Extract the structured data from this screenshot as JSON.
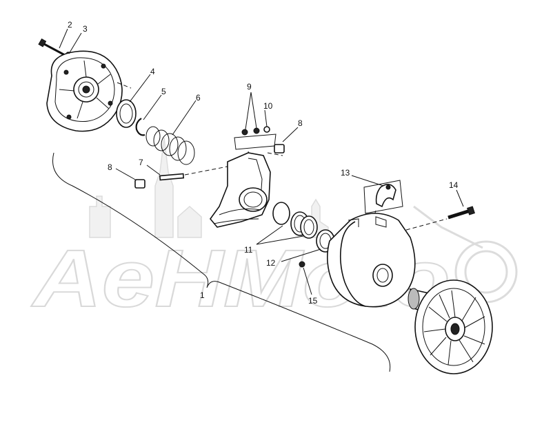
{
  "watermark": {
    "text": "AeHMoto"
  },
  "callouts": [
    {
      "id": "c1",
      "label": "1"
    },
    {
      "id": "c2",
      "label": "2"
    },
    {
      "id": "c3",
      "label": "3"
    },
    {
      "id": "c4",
      "label": "4"
    },
    {
      "id": "c5",
      "label": "5"
    },
    {
      "id": "c6",
      "label": "6"
    },
    {
      "id": "c7",
      "label": "7"
    },
    {
      "id": "c8a",
      "label": "8"
    },
    {
      "id": "c8b",
      "label": "8"
    },
    {
      "id": "c9",
      "label": "9"
    },
    {
      "id": "c10",
      "label": "10"
    },
    {
      "id": "c11",
      "label": "11"
    },
    {
      "id": "c12",
      "label": "12"
    },
    {
      "id": "c13",
      "label": "13"
    },
    {
      "id": "c14",
      "label": "14"
    },
    {
      "id": "c15",
      "label": "15"
    }
  ]
}
